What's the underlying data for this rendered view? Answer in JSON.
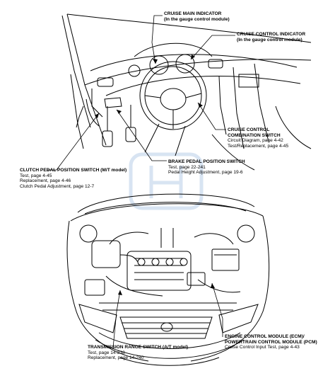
{
  "labels": {
    "cruise_main": {
      "title": "CRUISE MAIN INDICATOR",
      "sub": "(In the gauge control module)"
    },
    "cruise_control_indicator": {
      "title": "CRUISE CONTROL INDICATOR",
      "sub": "(In the gauge control module)"
    },
    "combination_switch": {
      "title1": "CRUISE CONTROL",
      "title2": "COMBINATION SWITCH",
      "line1": "Circuit Diagram, page 4-42",
      "line2": "Test/Replacement, page 4-45"
    },
    "brake_switch": {
      "title": "BRAKE PEDAL POSITION SWITCH",
      "line1": "Test, page 22-241",
      "line2": "Pedal Height Adjustment, page 19-6"
    },
    "clutch_switch": {
      "title": "CLUTCH PEDAL POSITION SWITCH (M/T model)",
      "line1": "Test, page 4-45",
      "line2": "Replacement, page 4-46",
      "line3": "Clutch Pedal Adjustment, page 12-7"
    },
    "transmission_switch": {
      "title": "TRANSMISSION RANGE SWITCH (A/T model)",
      "line1": "Test, page 14-238",
      "line2": "Replacement, page 14-240"
    },
    "ecm": {
      "title1": "ENGINE CONTROL MODULE (ECM)/",
      "title2": "POWERTRAIN CONTROL MODULE (PCM)",
      "line1": "Cruise Control Input Test, page 4-43"
    }
  },
  "colors": {
    "line": "#000000",
    "watermark": "#d8e4f2"
  }
}
